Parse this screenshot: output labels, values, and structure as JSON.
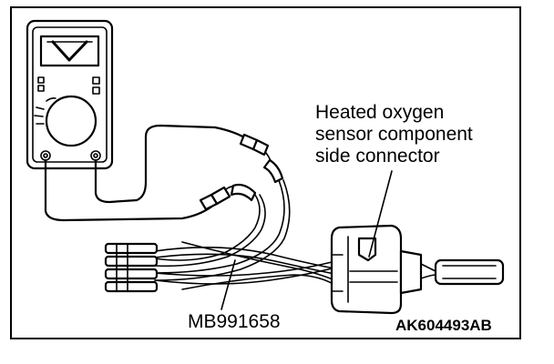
{
  "labels": {
    "connector_line1": "Heated oxygen",
    "connector_line2": "sensor component",
    "connector_line3": "side connector",
    "tool": "MB991658",
    "figure_id": "AK604493AB"
  },
  "icons": {
    "meter": "multimeter-icon",
    "harness": "test-harness-icon",
    "connector": "connector-icon"
  }
}
